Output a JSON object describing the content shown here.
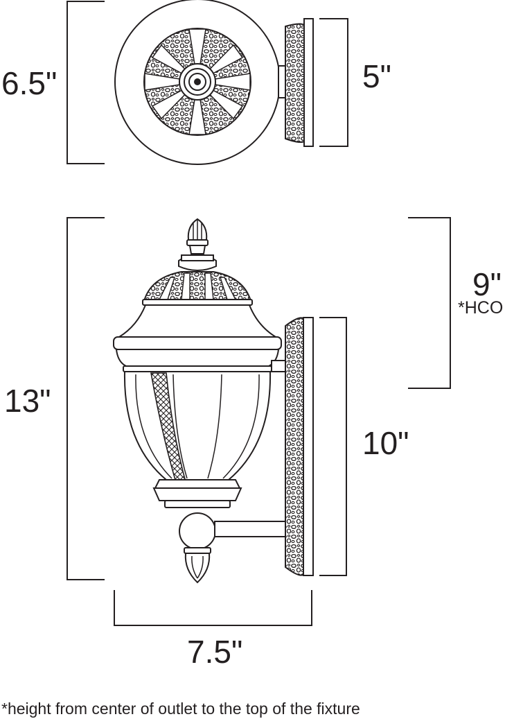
{
  "dimensions": {
    "top_view_diameter": "6.5\"",
    "top_backplate_diameter": "5\"",
    "overall_height": "13\"",
    "hco_height": "9\"",
    "hco_label": "*HCO",
    "backplate_height": "10\"",
    "extension": "7.5\""
  },
  "footnote": "*height from center of outlet to the top of the fixture",
  "colors": {
    "line": "#231f20",
    "background": "#ffffff"
  }
}
